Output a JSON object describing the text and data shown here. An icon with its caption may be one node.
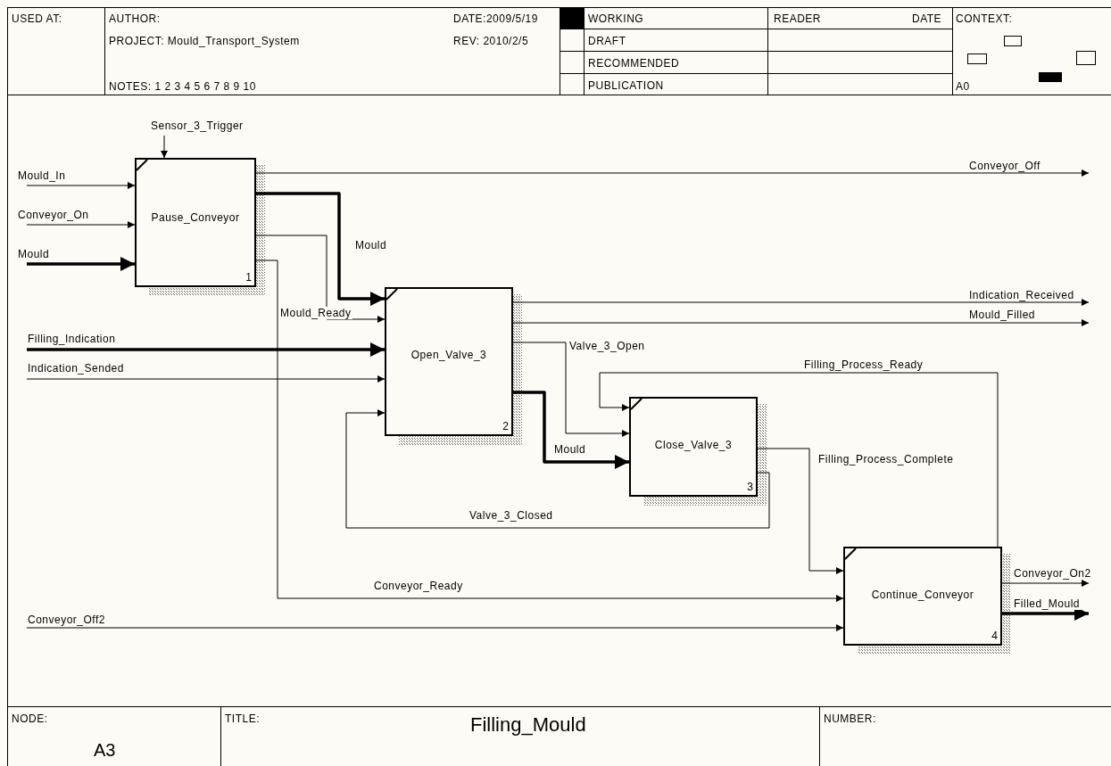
{
  "diagram": {
    "title": "Filling_Mould",
    "nodes": [
      {
        "text": [
          "Pause_Conveyor",
          "1"
        ]
      },
      {
        "text": [
          "Open_Valve_3",
          "2"
        ]
      },
      {
        "text": [
          "Close_Valve_3",
          "3"
        ]
      },
      {
        "text": [
          "Continue_Conveyor",
          "4"
        ]
      }
    ],
    "edges": [
      {
        "from": null,
        "to": 0,
        "arrow": "to",
        "label": "Sensor_3_Trigger"
      },
      {
        "from": null,
        "to": 0,
        "arrow": "to",
        "label": "Mould_In"
      },
      {
        "from": null,
        "to": 0,
        "arrow": "to",
        "label": "Conveyor_On"
      },
      {
        "from": null,
        "to": 0,
        "arrow": "to",
        "label": "Mould",
        "style": "thick"
      },
      {
        "from": 0,
        "to": null,
        "arrow": "to",
        "label": "Conveyor_Off"
      },
      {
        "from": 0,
        "to": 1,
        "arrow": "to",
        "label": "Mould",
        "style": "thick"
      },
      {
        "from": 0,
        "to": 1,
        "arrow": "to",
        "label": "Mould_Ready"
      },
      {
        "from": 0,
        "to": 3,
        "arrow": "to",
        "label": "Conveyor_Ready"
      },
      {
        "from": null,
        "to": 1,
        "arrow": "to",
        "label": "Filling_Indication",
        "style": "thick"
      },
      {
        "from": null,
        "to": 1,
        "arrow": "to",
        "label": "Indication_Sended"
      },
      {
        "from": 1,
        "to": null,
        "arrow": "to",
        "label": "Indication_Received"
      },
      {
        "from": 1,
        "to": null,
        "arrow": "to",
        "label": "Mould_Filled"
      },
      {
        "from": 1,
        "to": 2,
        "arrow": "to",
        "label": "Valve_3_Open"
      },
      {
        "from": 1,
        "to": 2,
        "arrow": "to",
        "label": "Mould",
        "style": "thick"
      },
      {
        "from": 2,
        "to": 1,
        "arrow": "to",
        "label": "Valve_3_Closed"
      },
      {
        "from": 2,
        "to": 3,
        "arrow": "to",
        "label": "Filling_Process_Complete"
      },
      {
        "from": 3,
        "to": 2,
        "arrow": "to",
        "label": "Filling_Process_Ready"
      },
      {
        "from": null,
        "to": 3,
        "arrow": "to",
        "label": "Conveyor_Off2"
      },
      {
        "from": 3,
        "to": null,
        "arrow": "to",
        "label": "Conveyor_On2"
      },
      {
        "from": 3,
        "to": null,
        "arrow": "to",
        "label": "Filled_Mould",
        "style": "thick"
      }
    ],
    "labels": [
      "USED AT:",
      "AUTHOR:",
      "PROJECT: Mould_Transport_System",
      "NOTES: 1 2 3 4 5 6 7 8 9 10",
      "DATE:2009/5/19",
      "REV: 2010/2/5",
      "WORKING",
      "DRAFT",
      "RECOMMENDED",
      "PUBLICATION",
      "READER",
      "DATE",
      "CONTEXT:",
      "A0",
      "NODE:",
      "A3",
      "TITLE:",
      "NUMBER:"
    ]
  }
}
